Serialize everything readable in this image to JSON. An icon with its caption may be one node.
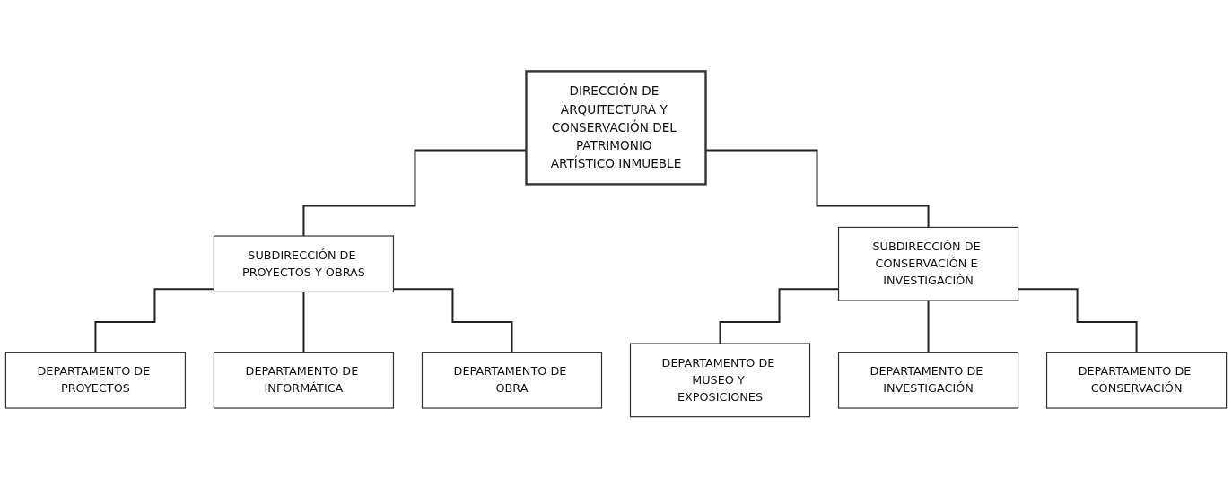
{
  "diagram": {
    "nodes": [
      {
        "text": [
          "DIRECCIÓN DE ARQUITECTURA Y CONSERVACIÓN DEL PATRIMONIO ARTÍSTICO INMUEBLE"
        ]
      },
      {
        "text": [
          "SUBDIRECCIÓN DE PROYECTOS Y OBRAS"
        ]
      },
      {
        "text": [
          "SUBDIRECCIÓN DE CONSERVACIÓN E INVESTIGACIÓN"
        ]
      },
      {
        "text": [
          "DEPARTAMENTO DE PROYECTOS"
        ]
      },
      {
        "text": [
          "DEPARTAMENTO DE INFORMÁTICA"
        ]
      },
      {
        "text": [
          "DEPARTAMENTO DE OBRA"
        ]
      },
      {
        "text": [
          "DEPARTAMENTO DE MUSEO Y EXPOSICIONES"
        ]
      },
      {
        "text": [
          "DEPARTAMENTO DE INVESTIGACIÓN"
        ]
      },
      {
        "text": [
          "DEPARTAMENTO DE CONSERVACIÓN"
        ]
      }
    ],
    "edges": [
      {
        "from": 0,
        "to": 1,
        "arrow": "none"
      },
      {
        "from": 0,
        "to": 2,
        "arrow": "none"
      },
      {
        "from": 1,
        "to": 3,
        "arrow": "none"
      },
      {
        "from": 1,
        "to": 4,
        "arrow": "none"
      },
      {
        "from": 1,
        "to": 5,
        "arrow": "none"
      },
      {
        "from": 2,
        "to": 6,
        "arrow": "none"
      },
      {
        "from": 2,
        "to": 7,
        "arrow": "none"
      },
      {
        "from": 2,
        "to": 8,
        "arrow": "none"
      }
    ]
  }
}
